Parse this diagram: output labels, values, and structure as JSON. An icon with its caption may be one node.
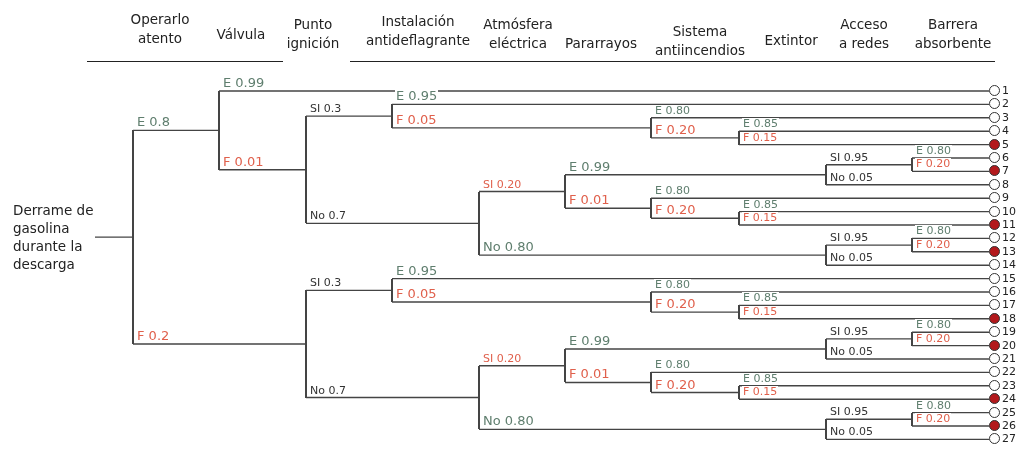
{
  "diagram": {
    "nodes": [
      {
        "text": [
          "Derrame de gasolina durante la descarga"
        ]
      },
      {
        "text": [],
        "shape": "bar"
      },
      {
        "text": [],
        "shape": "bar"
      },
      {
        "text": [],
        "shape": "circle",
        "beside": [
          "1"
        ]
      },
      {
        "text": [],
        "shape": "bar"
      },
      {
        "text": [],
        "shape": "bar"
      },
      {
        "text": [],
        "shape": "circle",
        "beside": [
          "2"
        ]
      },
      {
        "text": [],
        "shape": "bar"
      },
      {
        "text": [],
        "shape": "circle",
        "beside": [
          "3"
        ]
      },
      {
        "text": [],
        "shape": "bar"
      },
      {
        "text": [],
        "shape": "circle",
        "beside": [
          "4"
        ]
      },
      {
        "text": [],
        "shape": "dot",
        "beside": [
          "5"
        ]
      },
      {
        "text": [],
        "shape": "bar"
      },
      {
        "text": [],
        "shape": "bar"
      },
      {
        "text": [],
        "shape": "bar"
      },
      {
        "text": [],
        "shape": "bar"
      },
      {
        "text": [],
        "shape": "circle",
        "beside": [
          "6"
        ]
      },
      {
        "text": [],
        "shape": "dot",
        "beside": [
          "7"
        ]
      },
      {
        "text": [],
        "shape": "circle",
        "beside": [
          "8"
        ]
      },
      {
        "text": [],
        "shape": "bar"
      },
      {
        "text": [],
        "shape": "circle",
        "beside": [
          "9"
        ]
      },
      {
        "text": [],
        "shape": "bar"
      },
      {
        "text": [],
        "shape": "circle",
        "beside": [
          "10"
        ]
      },
      {
        "text": [],
        "shape": "dot",
        "beside": [
          "11"
        ]
      },
      {
        "text": [],
        "shape": "bar"
      },
      {
        "text": [],
        "shape": "bar"
      },
      {
        "text": [],
        "shape": "circle",
        "beside": [
          "12"
        ]
      },
      {
        "text": [],
        "shape": "dot",
        "beside": [
          "13"
        ]
      },
      {
        "text": [],
        "shape": "circle",
        "beside": [
          "14"
        ]
      },
      {
        "text": [],
        "shape": "bar"
      },
      {
        "text": [],
        "shape": "bar"
      },
      {
        "text": [],
        "shape": "circle",
        "beside": [
          "15"
        ]
      },
      {
        "text": [],
        "shape": "bar"
      },
      {
        "text": [],
        "shape": "circle",
        "beside": [
          "16"
        ]
      },
      {
        "text": [],
        "shape": "bar"
      },
      {
        "text": [],
        "shape": "circle",
        "beside": [
          "17"
        ]
      },
      {
        "text": [],
        "shape": "dot",
        "beside": [
          "18"
        ]
      },
      {
        "text": [],
        "shape": "bar"
      },
      {
        "text": [],
        "shape": "bar"
      },
      {
        "text": [],
        "shape": "bar"
      },
      {
        "text": [],
        "shape": "bar"
      },
      {
        "text": [],
        "shape": "circle",
        "beside": [
          "19"
        ]
      },
      {
        "text": [],
        "shape": "dot",
        "beside": [
          "20"
        ]
      },
      {
        "text": [],
        "shape": "circle",
        "beside": [
          "21"
        ]
      },
      {
        "text": [],
        "shape": "bar"
      },
      {
        "text": [],
        "shape": "circle",
        "beside": [
          "22"
        ]
      },
      {
        "text": [],
        "shape": "bar"
      },
      {
        "text": [],
        "shape": "circle",
        "beside": [
          "23"
        ]
      },
      {
        "text": [],
        "shape": "dot",
        "beside": [
          "24"
        ]
      },
      {
        "text": [],
        "shape": "bar"
      },
      {
        "text": [],
        "shape": "bar"
      },
      {
        "text": [],
        "shape": "circle",
        "beside": [
          "25"
        ]
      },
      {
        "text": [],
        "shape": "dot",
        "beside": [
          "26"
        ]
      },
      {
        "text": [],
        "shape": "circle",
        "beside": [
          "27"
        ]
      }
    ],
    "edges": [
      {
        "from": 0,
        "to": 1,
        "arrow": "none"
      },
      {
        "from": 1,
        "to": 2,
        "arrow": "none",
        "label": "E 0.8"
      },
      {
        "from": 2,
        "to": 3,
        "arrow": "none",
        "label": "E 0.99"
      },
      {
        "from": 2,
        "to": 4,
        "arrow": "none",
        "label": "F 0.01"
      },
      {
        "from": 4,
        "to": 5,
        "arrow": "none",
        "label": "SI 0.3"
      },
      {
        "from": 5,
        "to": 6,
        "arrow": "none",
        "label": "E 0.95"
      },
      {
        "from": 5,
        "to": 7,
        "arrow": "none",
        "label": "F 0.05"
      },
      {
        "from": 7,
        "to": 8,
        "arrow": "none",
        "label": "E 0.80"
      },
      {
        "from": 7,
        "to": 9,
        "arrow": "none",
        "label": "F 0.20"
      },
      {
        "from": 9,
        "to": 10,
        "arrow": "none",
        "label": "E 0.85"
      },
      {
        "from": 9,
        "to": 11,
        "arrow": "none",
        "label": "F 0.15"
      },
      {
        "from": 4,
        "to": 12,
        "arrow": "none",
        "label": "No 0.7"
      },
      {
        "from": 12,
        "to": 13,
        "arrow": "none",
        "label": "SI 0.20"
      },
      {
        "from": 13,
        "to": 14,
        "arrow": "none",
        "label": "E 0.99"
      },
      {
        "from": 14,
        "to": 15,
        "arrow": "none",
        "label": "SI 0.95"
      },
      {
        "from": 15,
        "to": 16,
        "arrow": "none",
        "label": "E 0.80"
      },
      {
        "from": 15,
        "to": 17,
        "arrow": "none",
        "label": "F 0.20"
      },
      {
        "from": 14,
        "to": 18,
        "arrow": "none",
        "label": "No 0.05"
      },
      {
        "from": 13,
        "to": 19,
        "arrow": "none",
        "label": "F 0.01"
      },
      {
        "from": 19,
        "to": 20,
        "arrow": "none",
        "label": "E 0.80"
      },
      {
        "from": 19,
        "to": 21,
        "arrow": "none",
        "label": "F 0.20"
      },
      {
        "from": 21,
        "to": 22,
        "arrow": "none",
        "label": "E 0.85"
      },
      {
        "from": 21,
        "to": 23,
        "arrow": "none",
        "label": "F 0.15"
      },
      {
        "from": 12,
        "to": 24,
        "arrow": "none",
        "label": "No 0.80"
      },
      {
        "from": 24,
        "to": 25,
        "arrow": "none",
        "label": "SI 0.95"
      },
      {
        "from": 25,
        "to": 26,
        "arrow": "none",
        "label": "E 0.80"
      },
      {
        "from": 25,
        "to": 27,
        "arrow": "none",
        "label": "F 0.20"
      },
      {
        "from": 24,
        "to": 28,
        "arrow": "none",
        "label": "No 0.05"
      },
      {
        "from": 1,
        "to": 29,
        "arrow": "none",
        "label": "F 0.2"
      },
      {
        "from": 29,
        "to": 30,
        "arrow": "none",
        "label": "SI 0.3"
      },
      {
        "from": 30,
        "to": 31,
        "arrow": "none",
        "label": "E 0.95"
      },
      {
        "from": 30,
        "to": 32,
        "arrow": "none",
        "label": "F 0.05"
      },
      {
        "from": 32,
        "to": 33,
        "arrow": "none",
        "label": "E 0.80"
      },
      {
        "from": 32,
        "to": 34,
        "arrow": "none",
        "label": "F 0.20"
      },
      {
        "from": 34,
        "to": 35,
        "arrow": "none",
        "label": "E 0.85"
      },
      {
        "from": 34,
        "to": 36,
        "arrow": "none",
        "label": "F 0.15"
      },
      {
        "from": 29,
        "to": 37,
        "arrow": "none",
        "label": "No 0.7"
      },
      {
        "from": 37,
        "to": 38,
        "arrow": "none",
        "label": "SI 0.20"
      },
      {
        "from": 38,
        "to": 39,
        "arrow": "none",
        "label": "E 0.99"
      },
      {
        "from": 39,
        "to": 40,
        "arrow": "none",
        "label": "SI 0.95"
      },
      {
        "from": 40,
        "to": 41,
        "arrow": "none",
        "label": "E 0.80"
      },
      {
        "from": 40,
        "to": 42,
        "arrow": "none",
        "label": "F 0.20"
      },
      {
        "from": 39,
        "to": 43,
        "arrow": "none",
        "label": "No 0.05"
      },
      {
        "from": 38,
        "to": 44,
        "arrow": "none",
        "label": "F 0.01"
      },
      {
        "from": 44,
        "to": 45,
        "arrow": "none",
        "label": "E 0.80"
      },
      {
        "from": 44,
        "to": 46,
        "arrow": "none",
        "label": "F 0.20"
      },
      {
        "from": 46,
        "to": 47,
        "arrow": "none",
        "label": "E 0.85"
      },
      {
        "from": 46,
        "to": 48,
        "arrow": "none",
        "label": "F 0.15"
      },
      {
        "from": 37,
        "to": 49,
        "arrow": "none",
        "label": "No 0.80"
      },
      {
        "from": 49,
        "to": 50,
        "arrow": "none",
        "label": "SI 0.95"
      },
      {
        "from": 50,
        "to": 51,
        "arrow": "none",
        "label": "E 0.80"
      },
      {
        "from": 50,
        "to": 52,
        "arrow": "none",
        "label": "F 0.20"
      },
      {
        "from": 49,
        "to": 53,
        "arrow": "none",
        "label": "No 0.05"
      }
    ],
    "labels": [
      "Operarlo atento",
      "Válvula",
      "Punto ignición",
      "Instalación antideflagrante",
      "Atmósfera eléctrica",
      "Pararrayos",
      "Sistema antiincendios",
      "Extintor",
      "Acceso a redes",
      "Barrera absorbente"
    ]
  }
}
